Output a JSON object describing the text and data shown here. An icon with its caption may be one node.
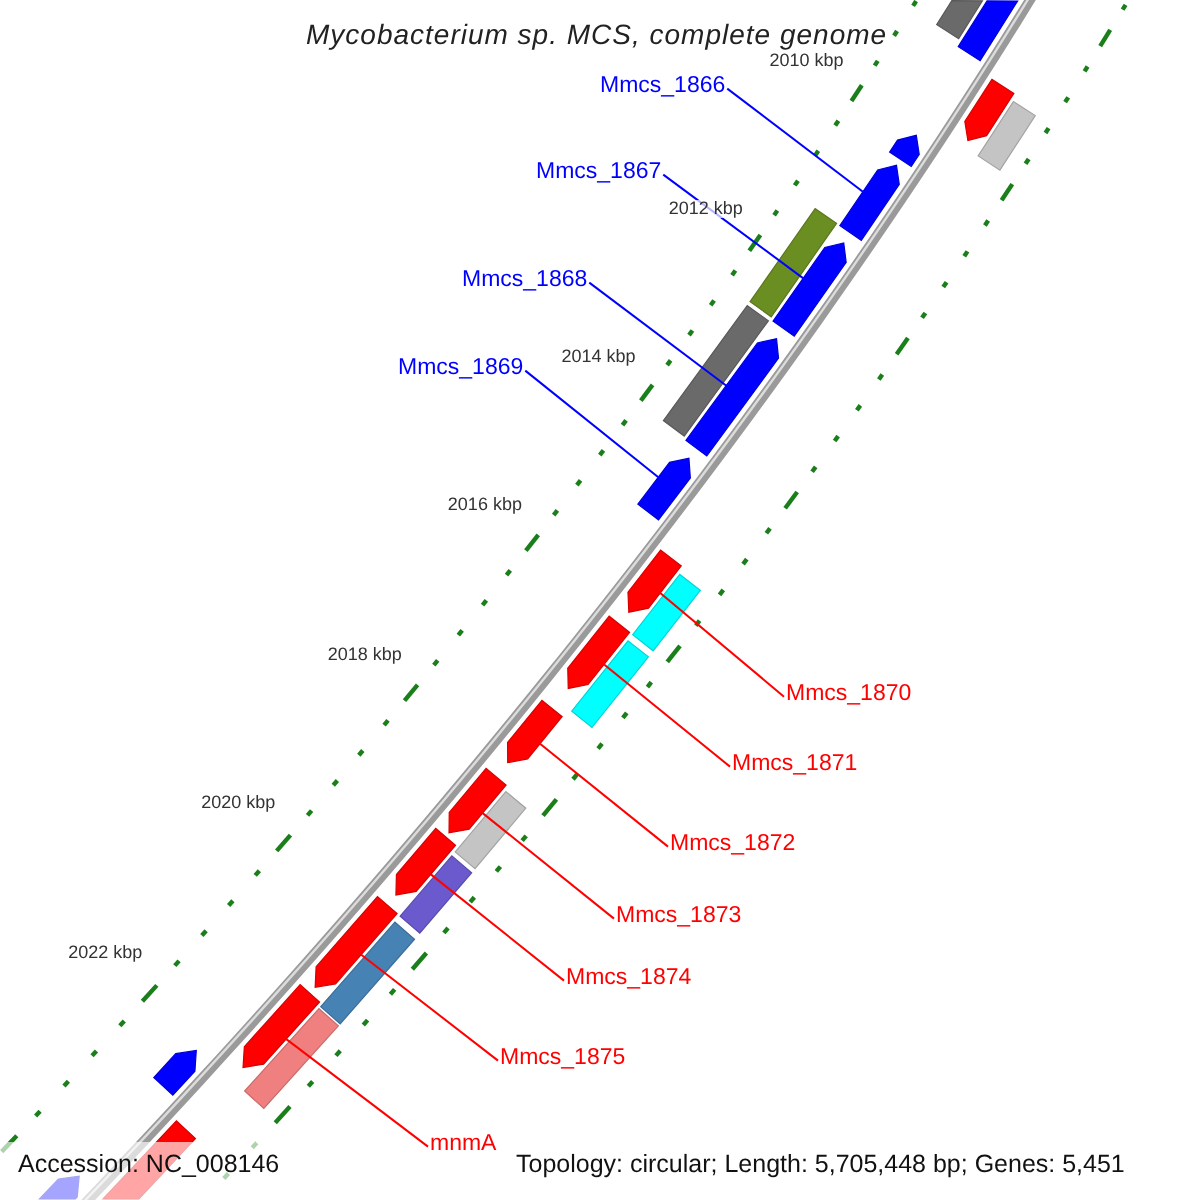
{
  "diagram": {
    "title": "Mycobacterium sp. MCS, complete genome",
    "nodes": [
      {
        "text": [
          "Mmcs_1866"
        ]
      },
      {
        "text": [
          "Mmcs_1867"
        ]
      },
      {
        "text": [
          "Mmcs_1868"
        ]
      },
      {
        "text": [
          "Mmcs_1869"
        ]
      },
      {
        "text": [
          "Mmcs_1870"
        ]
      },
      {
        "text": [
          "Mmcs_1871"
        ]
      },
      {
        "text": [
          "Mmcs_1872"
        ]
      },
      {
        "text": [
          "Mmcs_1873"
        ]
      },
      {
        "text": [
          "Mmcs_1874"
        ]
      },
      {
        "text": [
          "Mmcs_1875"
        ]
      },
      {
        "text": [
          "mnmA"
        ]
      },
      {
        "text": [],
        "shape": "box"
      },
      {
        "text": [],
        "shape": "arrow"
      },
      {
        "text": [],
        "shape": "arrow"
      },
      {
        "text": [],
        "shape": "box"
      },
      {
        "text": [],
        "shape": "arrow"
      },
      {
        "text": [],
        "shape": "arrow"
      },
      {
        "text": [],
        "shape": "box"
      },
      {
        "text": [],
        "shape": "arrow"
      },
      {
        "text": [],
        "shape": "box"
      },
      {
        "text": [],
        "shape": "arrow"
      },
      {
        "text": [],
        "shape": "arrow"
      },
      {
        "text": [],
        "shape": "arrow"
      },
      {
        "text": [],
        "shape": "box"
      },
      {
        "text": [],
        "shape": "arrow"
      },
      {
        "text": [],
        "shape": "box"
      },
      {
        "text": [],
        "shape": "arrow"
      },
      {
        "text": [],
        "shape": "arrow"
      },
      {
        "text": [],
        "shape": "box"
      },
      {
        "text": [],
        "shape": "arrow"
      },
      {
        "text": [],
        "shape": "box"
      },
      {
        "text": [],
        "shape": "arrow"
      },
      {
        "text": [],
        "shape": "box"
      },
      {
        "text": [],
        "shape": "arrow"
      },
      {
        "text": [],
        "shape": "box"
      },
      {
        "text": [],
        "shape": "arrow"
      },
      {
        "text": [],
        "shape": "arrow"
      },
      {
        "text": [],
        "shape": "arrow"
      }
    ],
    "edges": [
      {
        "from": 0,
        "to": 16,
        "arrow": "none",
        "color": "#0000ff"
      },
      {
        "from": 1,
        "to": 18,
        "arrow": "none",
        "color": "#0000ff"
      },
      {
        "from": 2,
        "to": 20,
        "arrow": "none",
        "color": "#0000ff"
      },
      {
        "from": 3,
        "to": 21,
        "arrow": "none",
        "color": "#0000ff"
      },
      {
        "from": 4,
        "to": 22,
        "arrow": "none"
      },
      {
        "from": 5,
        "to": 24,
        "arrow": "none"
      },
      {
        "from": 6,
        "to": 26,
        "arrow": "none"
      },
      {
        "from": 7,
        "to": 27,
        "arrow": "none"
      },
      {
        "from": 8,
        "to": 29,
        "arrow": "none"
      },
      {
        "from": 9,
        "to": 31,
        "arrow": "none"
      },
      {
        "from": 10,
        "to": 33,
        "arrow": "none"
      }
    ],
    "labels": [
      "2010 kbp",
      "2012 kbp",
      "2014 kbp",
      "2016 kbp",
      "2018 kbp",
      "2020 kbp",
      "2022 kbp",
      "Accession: NC_008146",
      "Topology: circular; Length: 5,705,448 bp; Genes: 5,451"
    ]
  }
}
